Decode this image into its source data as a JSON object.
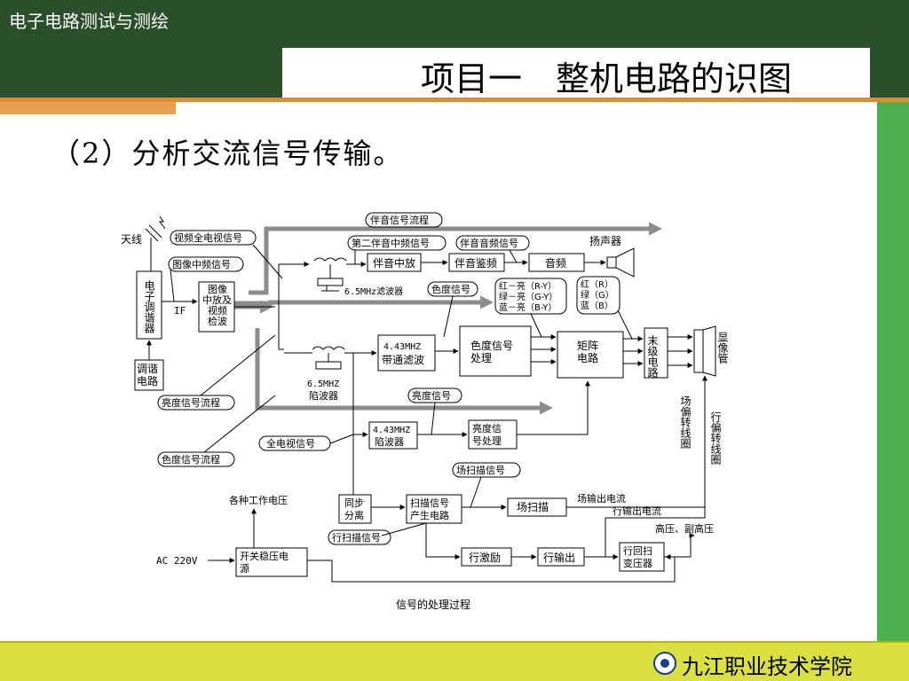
{
  "header": {
    "course_title": "电子电路测试与测绘",
    "slide_title": "项目一　整机电路的识图"
  },
  "content": {
    "subtitle": "（2）分析交流信号传输。"
  },
  "footer": {
    "school_name": "九江职业技术学院"
  },
  "diagram": {
    "labels": {
      "antenna": "天线",
      "video_full": "视频全电视信号",
      "image_if_signal": "图像中频信号",
      "tuner": "电子调谐器",
      "if": "IF",
      "image_if_block": [
        "图像",
        "中放及",
        "视频",
        "检波"
      ],
      "tuning_circuit": [
        "调谐",
        "电路"
      ],
      "sound_flow": "伴音信号流程",
      "sound2_if": "第二伴音中频信号",
      "sound_audio": "伴音音频信号",
      "speaker": "扬声器",
      "filter_65": "6.5MHz滤波器",
      "sound_if_amp": "伴音中放",
      "sound_detect": "伴音鉴频",
      "audio": "音频",
      "chroma_signal": "色度信号",
      "color_diff": [
        "红－亮（R-Y）",
        "绿－亮（G-Y）",
        "蓝－亮（B-Y）"
      ],
      "rgb": [
        "红（R）",
        "绿（G）",
        "蓝（B）"
      ],
      "bandpass": [
        "4.43MHZ",
        "带通滤波"
      ],
      "chroma_proc": [
        "色度信号",
        "处理"
      ],
      "matrix": [
        "矩阵",
        "电路"
      ],
      "final_stage": "末级电路",
      "crt": "显像管",
      "trap_65": [
        "6.5MHZ",
        "陷波器"
      ],
      "luma_signal": "亮度信号",
      "luma_flow": "亮度信号流程",
      "trap_443": [
        "4.43MHZ",
        "陷波器"
      ],
      "luma_proc": [
        "亮度信",
        "号处理"
      ],
      "full_tv": "全电视信号",
      "chroma_flow": "色度信号流程",
      "v_yoke": "场偏转线圈",
      "h_yoke": "行偏转线圈",
      "v_scan_signal": "场扫描信号",
      "supply_voltages": "各种工作电压",
      "sync_sep": [
        "同步",
        "分离"
      ],
      "scan_gen": [
        "扫描信号",
        "产生电路"
      ],
      "v_scan": "场扫描",
      "v_out_current": "场输出电流",
      "h_out_current": "行输出电流",
      "hv": "高压、副高压",
      "h_scan_signal": "行扫描信号",
      "ac_input": "AC 220V",
      "smps": [
        "开关稳压电",
        "源"
      ],
      "h_drive": "行激励",
      "h_output": "行输出",
      "flyback": [
        "行回扫",
        "变压器"
      ],
      "caption": "信号的处理过程"
    }
  },
  "colors": {
    "header_dark_green": "#2a4f2a",
    "right_bar_green": "#4caf50",
    "orange_accent": "#e08a32",
    "footer_yellow": "#d9e040",
    "flow_arrow_gray": "#8c8c8c"
  }
}
